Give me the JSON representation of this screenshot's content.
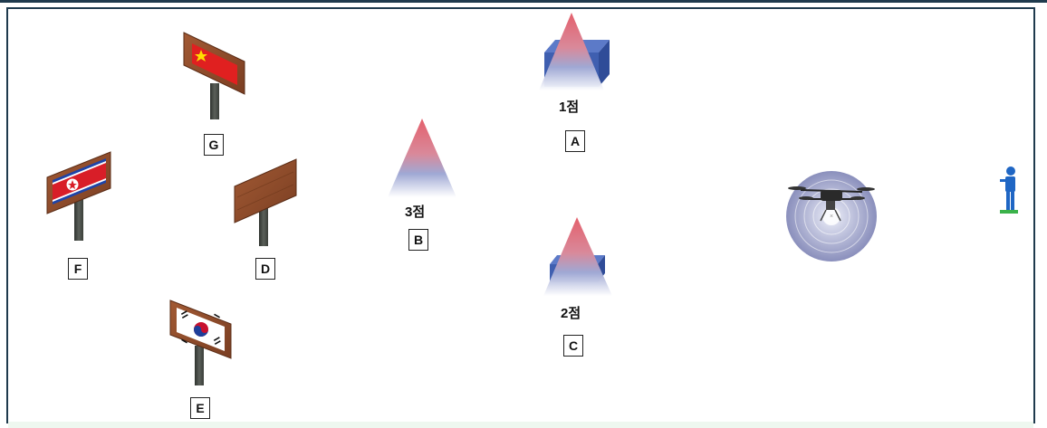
{
  "labels": {
    "A": "A",
    "B": "B",
    "C": "C",
    "D": "D",
    "E": "E",
    "F": "F",
    "G": "G"
  },
  "scores": {
    "A": "1점",
    "B": "3점",
    "C": "2점"
  },
  "colors": {
    "border": "#1f3a4d",
    "wood": "#8b4a2b",
    "post": "#4a4f49",
    "cone_top": "#e06670",
    "cone_bottom": "#dfe8f6",
    "box": "#3f5fb0",
    "radar": "#8e92bd",
    "person": "#1f66c4"
  }
}
